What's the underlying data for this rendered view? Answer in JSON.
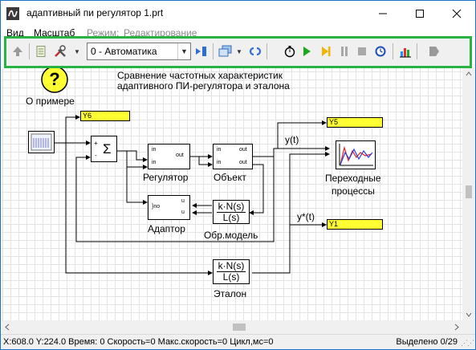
{
  "window": {
    "title": "адаптивный пи регулятор 1.prt",
    "minimize": "—",
    "maximize": "☐",
    "close": "✕"
  },
  "menu": {
    "items": [
      "Вид",
      "Масштаб"
    ],
    "mode_caption": "Режим:",
    "mode_value": "Редактирование"
  },
  "toolbar": {
    "mode_select": "0 - Автоматика"
  },
  "diagram": {
    "help_glyph": "?",
    "about_label": "О примере",
    "heading_line1": "Сравнение частотных характеристик",
    "heading_line2": "адаптивного ПИ-регулятора и эталона",
    "sum_symbol": "Σ",
    "sum_plus1": "+",
    "sum_minus": "-",
    "regulator": {
      "in1": "in",
      "in2": "in",
      "out": "out",
      "label": "Регулятор"
    },
    "object": {
      "in1": "in",
      "in2": "in",
      "out1": "out",
      "out2": "out",
      "label": "Объект"
    },
    "adapter": {
      "in": "}no",
      "u1": "u",
      "u2": "u",
      "label": "Адаптор"
    },
    "obr_model": {
      "num": "k·N(s)",
      "den": "L(s)",
      "label": "Обр.модель"
    },
    "etalon": {
      "num": "k·N(s)",
      "den": "L(s)",
      "label": "Эталон"
    },
    "plot_label_line1": "Переходные",
    "plot_label_line2": "процессы",
    "signal_y": "y(t)",
    "signal_ystar": "y*(t)",
    "tags": {
      "y6": "Y6",
      "y5": "Y5",
      "y1": "Y1"
    }
  },
  "status": {
    "coords": "X:608.0  Y:224.0",
    "time": "Время: 0",
    "speed": "Скорость=0",
    "max_speed": "Макс.скорость=0",
    "cycle": "Цикл,мс=0",
    "selected": "Выделено 0/29"
  }
}
